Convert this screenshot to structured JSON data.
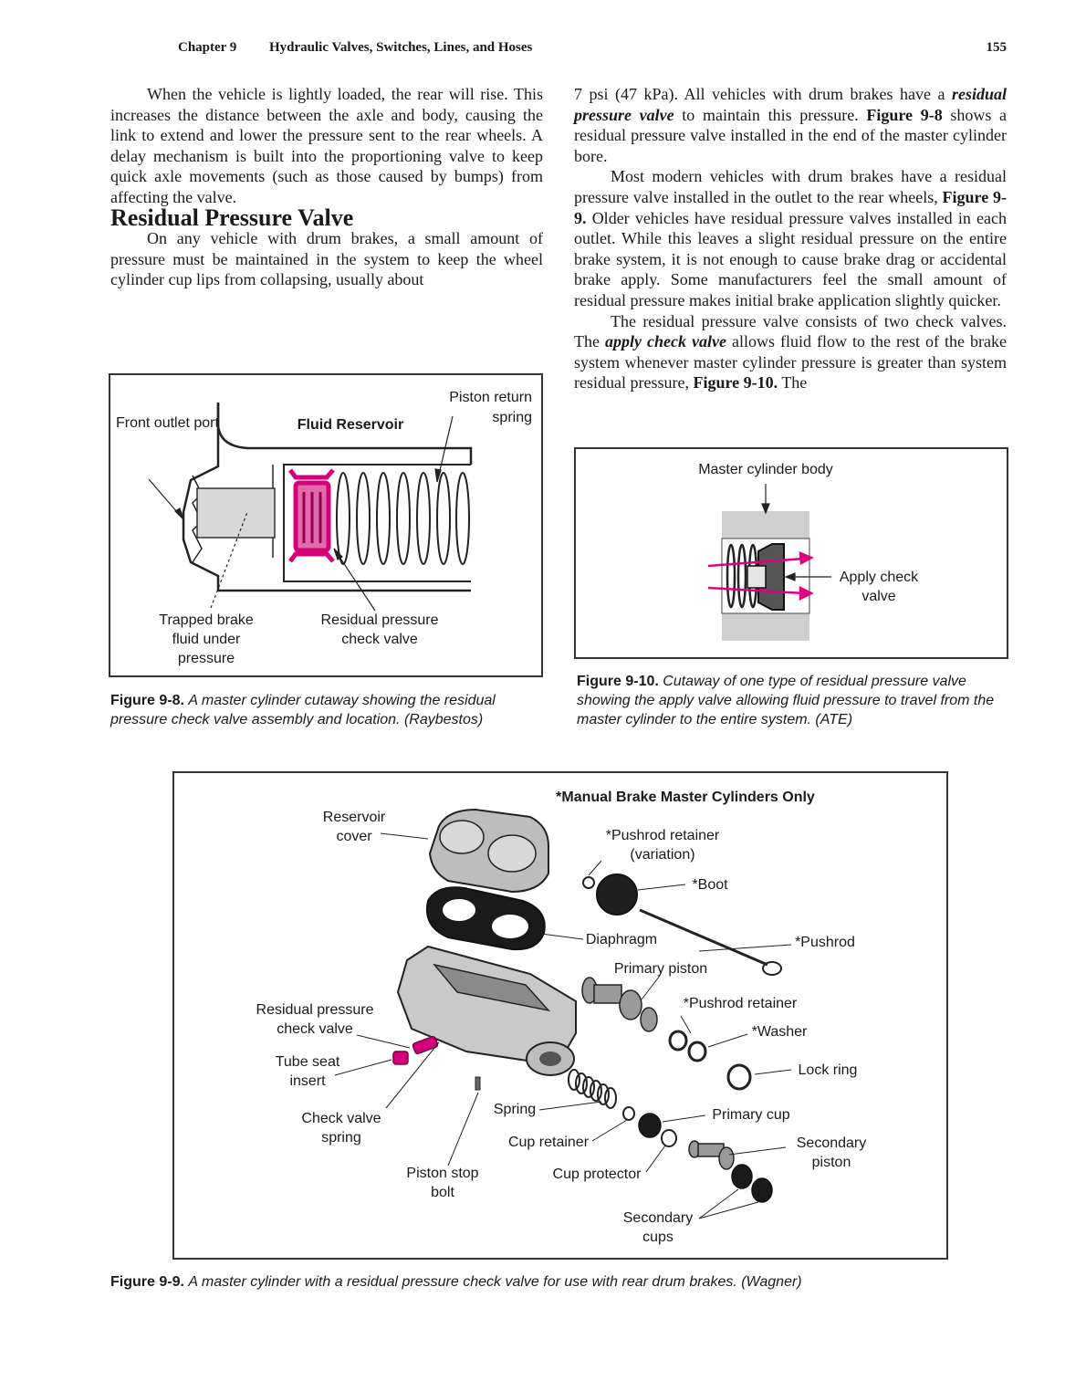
{
  "header": {
    "chapter": "Chapter 9",
    "title": "Hydraulic Valves, Switches, Lines, and Hoses",
    "page_number": "155"
  },
  "left_column": {
    "para1": "When the vehicle is lightly loaded, the rear will rise. This increases the distance between the axle and body, causing the link to extend and lower the pressure sent to the rear wheels. A delay mechanism is built into the proportioning valve to keep quick axle movements (such as those caused by bumps) from affecting the valve.",
    "heading": "Residual Pressure Valve",
    "para2": "On any vehicle with drum brakes, a small amount of pressure must be maintained in the system to keep the wheel cylinder cup lips from collapsing, usually about"
  },
  "right_column": {
    "para1_a": "7 psi (47 kPa). All vehicles with drum brakes have a",
    "para1_term": "residual pressure valve",
    "para1_b": "to maintain this pressure.",
    "para1_ref": "Figure 9-8",
    "para1_c": "shows a residual pressure valve installed in the end of the master cylinder bore.",
    "para2_a": "Most modern vehicles with drum brakes have a residual pressure valve installed in the outlet to the rear wheels,",
    "para2_ref": "Figure 9-9.",
    "para2_b": "Older vehicles have residual pressure valves installed in each outlet. While this leaves a slight residual pressure on the entire brake system, it is not enough to cause brake drag or accidental brake apply. Some manufacturers feel the small amount of residual pressure makes initial brake application slightly quicker.",
    "para3_a": "The residual pressure valve consists of two check valves. The",
    "para3_term": "apply check valve",
    "para3_b": "allows fluid flow to the rest of the brake system whenever master cylinder pressure is greater than system residual pressure,",
    "para3_ref": "Figure 9-10.",
    "para3_c": "The"
  },
  "figure_9_8": {
    "labels": {
      "front_outlet_port": "Front outlet port",
      "fluid_reservoir": "Fluid Reservoir",
      "piston_return_spring": "Piston return spring",
      "trapped_brake_fluid": "Trapped brake fluid under pressure",
      "residual_check_valve": "Residual pressure check valve"
    },
    "caption_num": "Figure 9-8.",
    "caption_text": "A master cylinder cutaway showing the residual pressure check valve assembly and location. (Raybestos)",
    "highlight_color": "#d4007a"
  },
  "figure_9_10": {
    "labels": {
      "master_cylinder_body": "Master cylinder body",
      "apply_check_valve": "Apply check valve"
    },
    "caption_num": "Figure 9-10.",
    "caption_text": "Cutaway of one type of residual pressure valve showing the apply valve allowing fluid pressure to travel from the master cylinder to the entire system. (ATE)",
    "arrow_color": "#e0007f"
  },
  "figure_9_9": {
    "title": "*Manual Brake Master Cylinders Only",
    "labels": {
      "reservoir_cover": "Reservoir cover",
      "pushrod_retainer_variation": "*Pushrod retainer (variation)",
      "boot": "*Boot",
      "diaphragm": "Diaphragm",
      "pushrod": "*Pushrod",
      "primary_piston": "Primary piston",
      "residual_check_valve": "Residual pressure check valve",
      "pushrod_retainer": "*Pushrod retainer",
      "washer": "*Washer",
      "tube_seat_insert": "Tube seat insert",
      "lock_ring": "Lock ring",
      "check_valve_spring": "Check valve spring",
      "spring": "Spring",
      "primary_cup": "Primary cup",
      "cup_retainer": "Cup retainer",
      "secondary_piston": "Secondary piston",
      "piston_stop_bolt": "Piston stop bolt",
      "cup_protector": "Cup protector",
      "secondary_cups": "Secondary cups"
    },
    "caption_num": "Figure 9-9.",
    "caption_text": "A master cylinder with a residual pressure check valve for use with rear drum brakes. (Wagner)",
    "highlight_color": "#d4007a"
  }
}
